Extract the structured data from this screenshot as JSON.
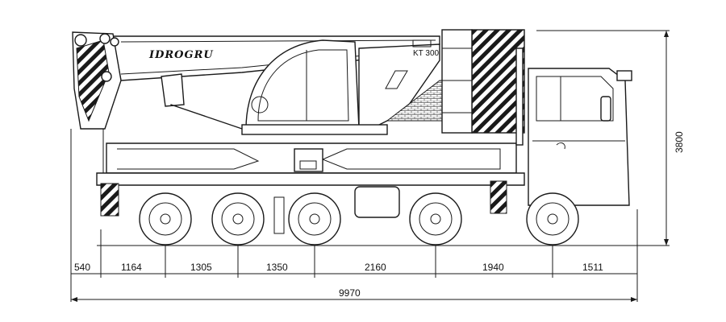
{
  "vehicle": {
    "brand_text": "IDROGRU",
    "model_text": "KT 300"
  },
  "dimensions": {
    "axle_spacings": [
      "540",
      "1164",
      "1305",
      "1350",
      "2160",
      "1940",
      "1511"
    ],
    "total_length": "9970",
    "height": "3800"
  },
  "icons": [
    "crane-truck-drawing",
    "wheel-icon",
    "hazard-stripes",
    "dimension-arrow"
  ]
}
